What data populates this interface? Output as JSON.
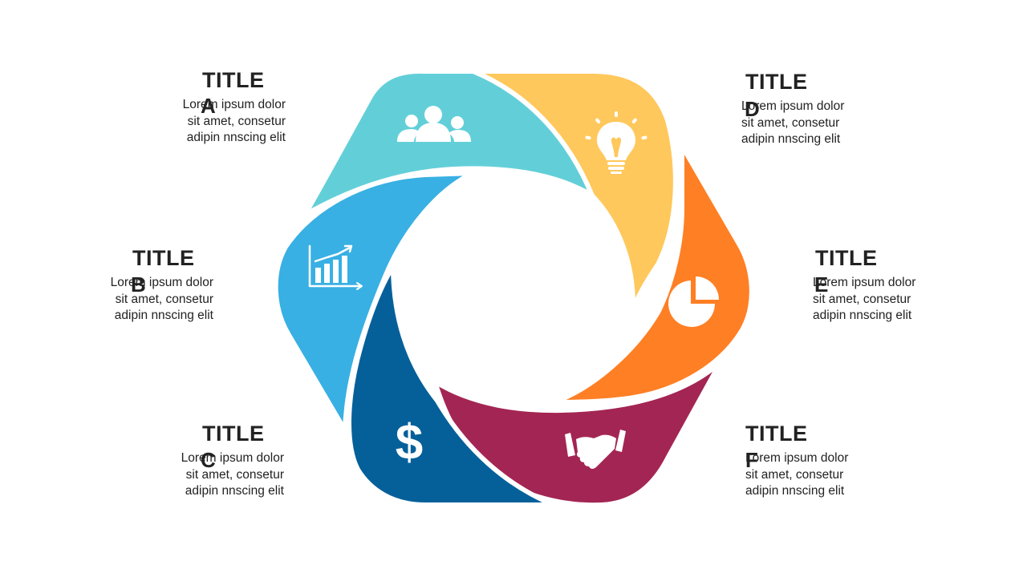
{
  "colors": {
    "A": "#62cfd8",
    "B": "#38b0e3",
    "C": "#05609a",
    "D": "#ffc85c",
    "E": "#ff7f24",
    "F": "#a32553",
    "text": "#222222",
    "icon": "#ffffff"
  },
  "segments": [
    {
      "id": "A",
      "icon": "people-icon"
    },
    {
      "id": "B",
      "icon": "bar-chart-icon"
    },
    {
      "id": "C",
      "icon": "dollar-icon"
    },
    {
      "id": "D",
      "icon": "lightbulb-icon"
    },
    {
      "id": "E",
      "icon": "pie-chart-icon"
    },
    {
      "id": "F",
      "icon": "handshake-icon"
    }
  ],
  "labels": {
    "A": {
      "title": "TITLE",
      "letter": "A",
      "lines": [
        "Lorem ipsum dolor",
        "sit amet, consetur",
        "adipin nnscing elit"
      ]
    },
    "B": {
      "title": "TITLE",
      "letter": "B",
      "lines": [
        "Lorem ipsum dolor",
        "sit amet, consetur",
        "adipin nnscing elit"
      ]
    },
    "C": {
      "title": "TITLE",
      "letter": "C",
      "lines": [
        "Lorem ipsum dolor",
        "sit amet, consetur",
        "adipin nnscing elit"
      ]
    },
    "D": {
      "title": "TITLE",
      "letter": "D",
      "lines": [
        "Lorem ipsum dolor",
        "sit amet, consetur",
        "adipin nnscing elit"
      ]
    },
    "E": {
      "title": "TITLE",
      "letter": "E",
      "lines": [
        "Lorem ipsum dolor",
        "sit amet, consetur",
        "adipin nnscing elit"
      ]
    },
    "F": {
      "title": "TITLE",
      "letter": "F",
      "lines": [
        "Lorem ipsum dolor",
        "sit amet, consetur",
        "adipin nnscing elit"
      ]
    }
  }
}
